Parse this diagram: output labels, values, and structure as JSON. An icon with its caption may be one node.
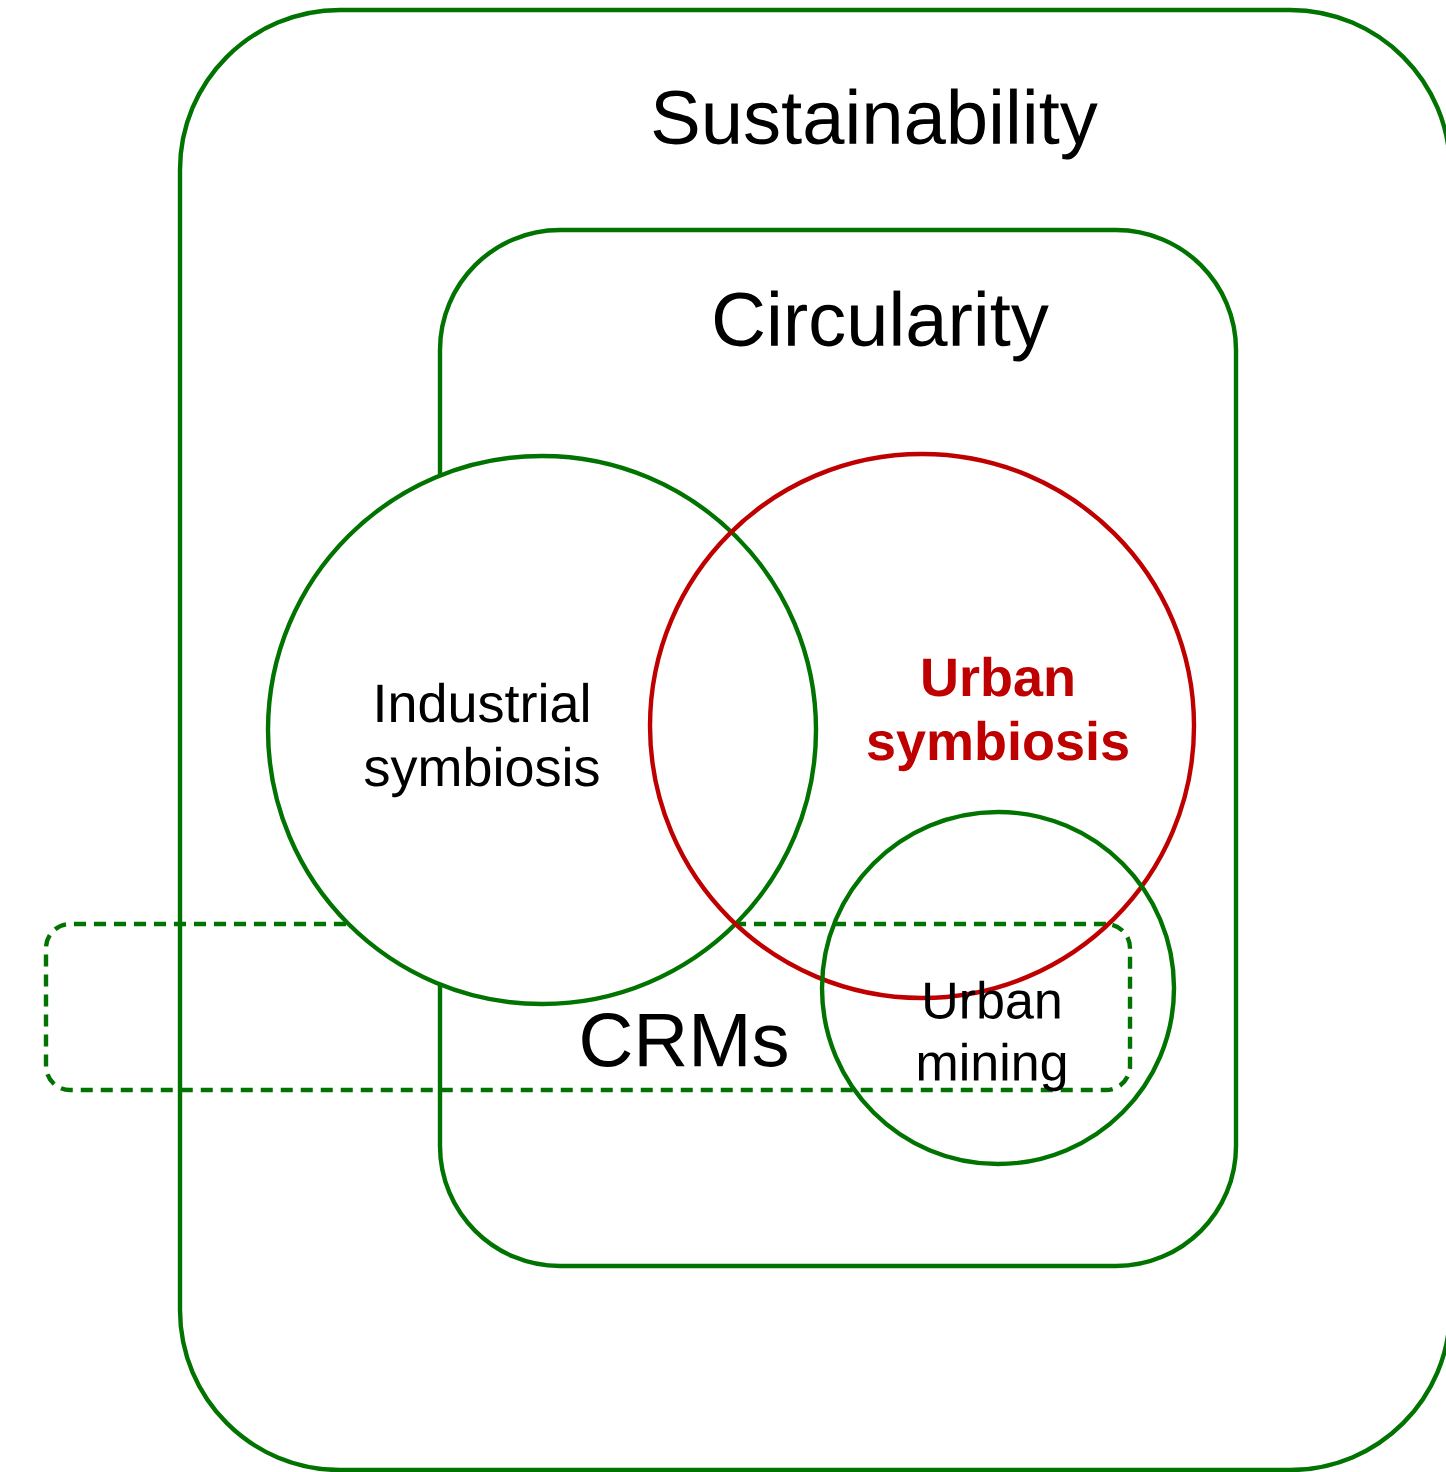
{
  "diagram": {
    "nodes": [
      {
        "text": [
          "Sustainability"
        ]
      },
      {
        "text": [
          "Circularity"
        ],
        "in": 0
      },
      {
        "text": [
          "Industrial symbiosis"
        ],
        "in": 0
      },
      {
        "text": [
          "**Urban symbiosis**"
        ],
        "in": 1
      },
      {
        "text": [
          "Urban mining"
        ],
        "in": 1
      },
      {
        "text": [
          "CRMs"
        ]
      }
    ]
  }
}
